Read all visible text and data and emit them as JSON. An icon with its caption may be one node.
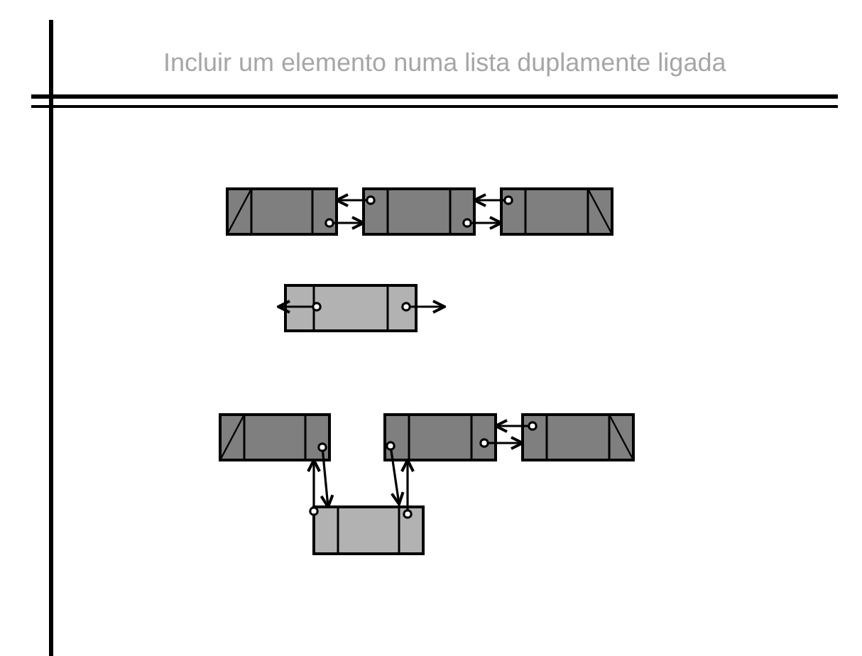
{
  "diagram": {
    "title": "Incluir um elemento numa lista duplamente ligada",
    "nodes": [
      {
        "text": [],
        "shape": "box"
      },
      {
        "text": [],
        "shape": "box"
      },
      {
        "text": [],
        "shape": "box"
      },
      {
        "text": [],
        "shape": "box"
      },
      {
        "text": [],
        "shape": "box"
      },
      {
        "text": [],
        "shape": "box"
      },
      {
        "text": [],
        "shape": "box"
      },
      {
        "text": [],
        "shape": "box"
      }
    ],
    "edges": [
      {
        "from": 1,
        "to": 0,
        "arrow": "to"
      },
      {
        "from": 0,
        "to": 1,
        "arrow": "to"
      },
      {
        "from": 2,
        "to": 1,
        "arrow": "to"
      },
      {
        "from": 1,
        "to": 2,
        "arrow": "to"
      },
      {
        "from": 3,
        "to": null,
        "arrow": "to"
      },
      {
        "from": 3,
        "to": null,
        "arrow": "to"
      },
      {
        "from": 4,
        "to": 7,
        "arrow": "to"
      },
      {
        "from": 7,
        "to": 4,
        "arrow": "to"
      },
      {
        "from": 5,
        "to": 7,
        "arrow": "to"
      },
      {
        "from": 7,
        "to": 5,
        "arrow": "to"
      },
      {
        "from": 6,
        "to": 5,
        "arrow": "to"
      },
      {
        "from": 5,
        "to": 6,
        "arrow": "to"
      }
    ]
  }
}
